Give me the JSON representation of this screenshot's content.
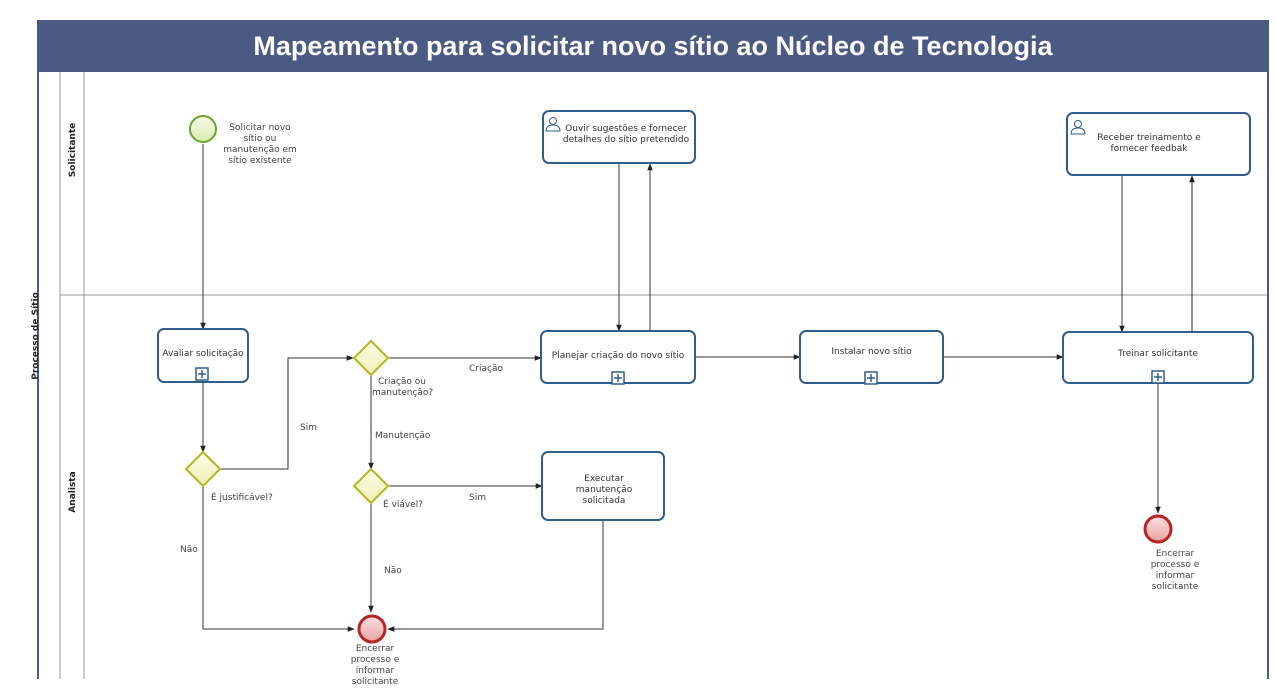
{
  "title": "Mapeamento para solicitar novo sítio ao Núcleo de Tecnologia",
  "pool": {
    "label": "Processo de Sítio"
  },
  "lanes": {
    "solicitante": "Solicitante",
    "analista": "Analista"
  },
  "events": {
    "start": "Solicitar novo sítio ou manutenção em sítio existente",
    "end_main": "Encerrar processo e informar solicitante",
    "end_right": "Encerrar processo e informar solicitante"
  },
  "tasks": {
    "avaliar": "Avaliar solicitação",
    "ouvir": "Ouvir sugestões e fornecer detalhes do sítio pretendido",
    "planejar": "Planejar criação do novo sítio",
    "instalar": "Instalar novo sítio",
    "receber": "Receber treinamento e fornecer feedbak",
    "treinar": "Treinar solicitante",
    "executar": "Executar manutenção solicitada"
  },
  "gateways": {
    "justificavel": "É justificável?",
    "criacao_manutencao": "Criação ou manutenção?",
    "viavel": "É viável?"
  },
  "flows": {
    "sim_1": "Sim",
    "nao_1": "Não",
    "criacao": "Criação",
    "manutencao": "Manutenção",
    "sim_2": "Sim",
    "nao_2": "Não"
  },
  "colors": {
    "title_bg": "#4b5a82",
    "task_border": "#2f5d8c",
    "gateway_stroke": "#b5b521",
    "start_stroke": "#6aa52c",
    "end_stroke": "#b52525"
  }
}
